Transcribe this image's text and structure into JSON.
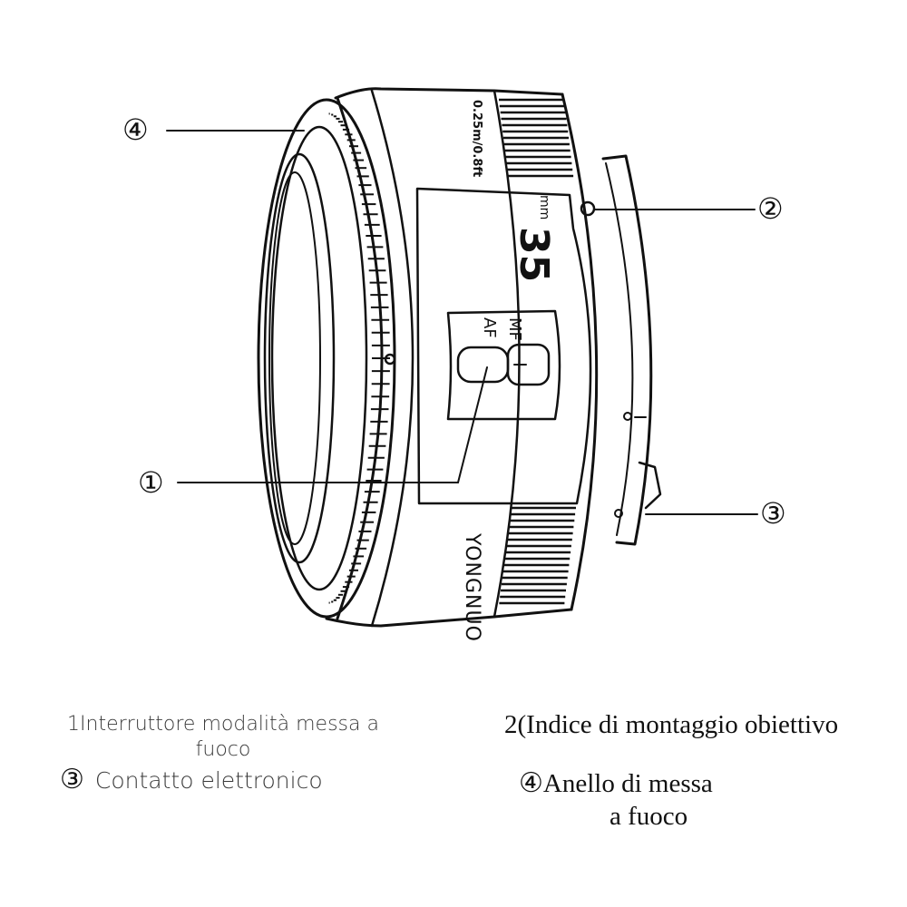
{
  "diagram": {
    "callouts": [
      {
        "id": 1,
        "glyph": "①"
      },
      {
        "id": 2,
        "glyph": "②"
      },
      {
        "id": 3,
        "glyph": "③"
      },
      {
        "id": 4,
        "glyph": "④"
      }
    ],
    "lens_markings": {
      "focal_number": "35",
      "focal_unit": "mm",
      "distance": "0.25m/0.8ft",
      "af": "AF",
      "mf": "MF",
      "brand": "YONGNUO"
    },
    "legend": {
      "item1_marker": "1",
      "item1_text_line1": "Interruttore modalità messa a",
      "item1_text_line2": "fuoco",
      "item2_marker": "2(",
      "item2_text": "Indice di montaggio obiettivo",
      "item3_marker": "③",
      "item3_text": "Contatto elettronico",
      "item4_marker": "④",
      "item4_text_line1": "Anello di messa",
      "item4_text_line2": "a fuoco"
    }
  }
}
